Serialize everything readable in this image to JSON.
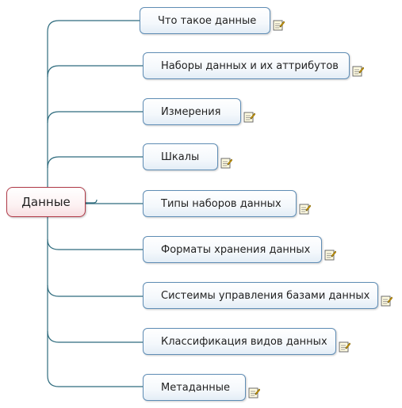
{
  "root": {
    "label": "Данные"
  },
  "topics": [
    {
      "label": "Что такое данные",
      "icon": "note-icon"
    },
    {
      "label": "Наборы данных и их аттрибутов",
      "icon": "note-icon"
    },
    {
      "label": "Измерения",
      "icon": "note-icon"
    },
    {
      "label": "Шкалы",
      "icon": "note-icon"
    },
    {
      "label": "Типы наборов данных",
      "icon": "note-icon"
    },
    {
      "label": "Форматы хранения данных",
      "icon": "note-icon"
    },
    {
      "label": "Систеимы управления базами данных",
      "icon": "note-icon"
    },
    {
      "label": "Классификация видов данных",
      "icon": "note-icon"
    },
    {
      "label": "Метаданные",
      "icon": "note-icon"
    }
  ],
  "colors": {
    "root_border": "#b03a48",
    "topic_border": "#5f8db5",
    "connector": "#2e6b7d"
  }
}
